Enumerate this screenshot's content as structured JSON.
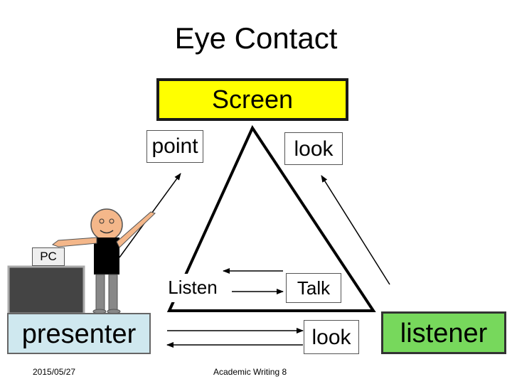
{
  "title": "Eye Contact",
  "diagram": {
    "screen": "Screen",
    "point": "point",
    "look_top": "look",
    "listen": "Listen",
    "talk": "Talk",
    "look_bottom": "look",
    "presenter": "presenter",
    "listener": "listener",
    "pc": "PC"
  },
  "footer": {
    "date": "2015/05/27",
    "center": "Academic Writing 8"
  },
  "colors": {
    "screen": "#ffff00",
    "presenter": "#cfe8ef",
    "listener": "#77d85c"
  }
}
